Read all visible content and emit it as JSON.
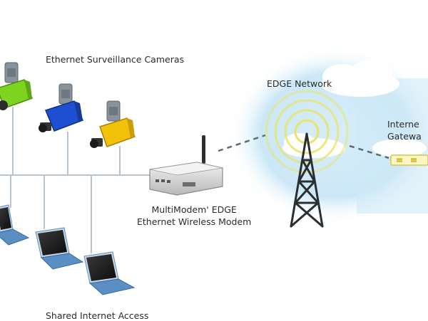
{
  "labels": {
    "cameras": "Ethernet Surveillance Cameras",
    "network": "EDGE Network",
    "modem_line1": "MultiModem' EDGE",
    "modem_line2": "Ethernet Wireless Modem",
    "shared": "Shared Internet Access",
    "gateway_line1": "Interne",
    "gateway_line2": "Gatewa"
  },
  "colors": {
    "camera_green": "#7ed321",
    "camera_blue": "#1f4fd1",
    "camera_yellow": "#f2c20a",
    "wire": "#b9c3cb",
    "sky": "#bfe3f5",
    "signal": "#e9e36a",
    "laptop_body": "#5b8fc4"
  }
}
